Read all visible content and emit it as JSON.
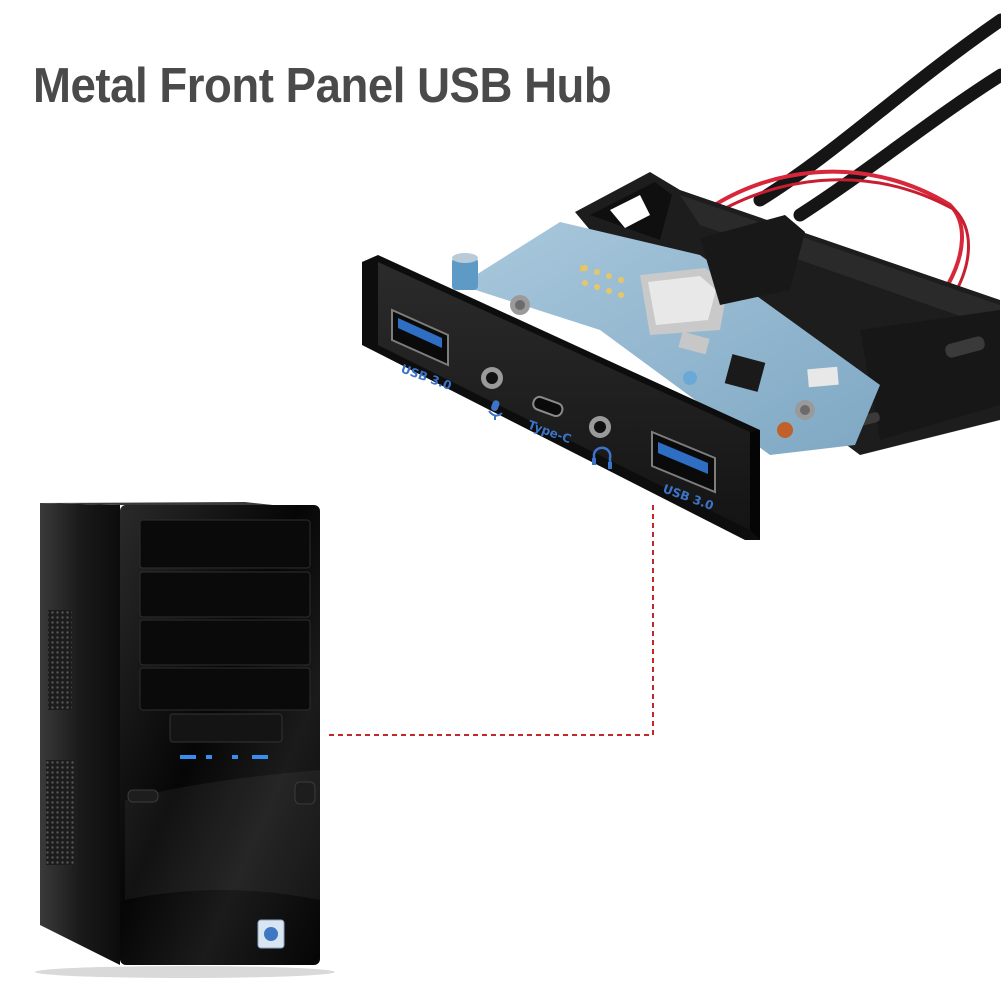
{
  "title": "Metal Front Panel USB Hub",
  "panel": {
    "usb_left_label": "USB 3.0",
    "type_c_label": "Type-C",
    "usb_right_label": "USB 3.0"
  },
  "colors": {
    "title": "#4a4a4a",
    "port_label": "#3b74c8",
    "pcb": "#8fb6cf",
    "cable_red": "#d8263a",
    "dashed_line": "#c0282a",
    "tower": "#101010"
  },
  "icons": {
    "mic": "microphone-icon",
    "headphone": "headphone-icon"
  }
}
